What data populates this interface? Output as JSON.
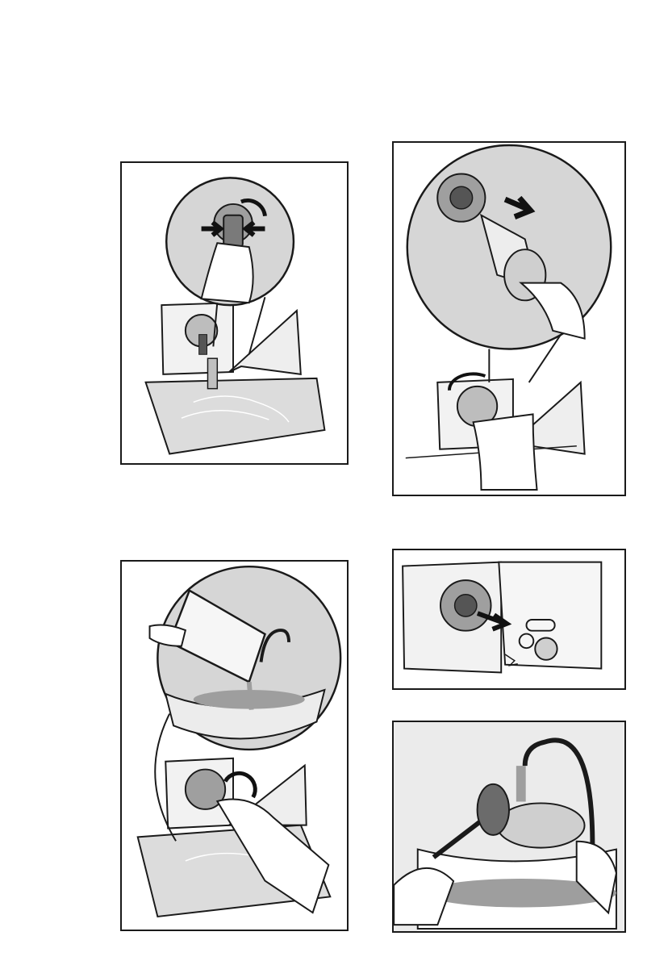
{
  "figures": [
    {
      "id": "step-1",
      "caption": ""
    },
    {
      "id": "step-2",
      "caption": ""
    },
    {
      "id": "step-3",
      "caption": ""
    },
    {
      "id": "step-4",
      "caption": ""
    },
    {
      "id": "step-5",
      "caption": ""
    }
  ],
  "colors": {
    "line": "#1a1a1a",
    "zoom_fill": "#d6d6d6",
    "water": "#b9b9b9",
    "background": "#ffffff"
  }
}
